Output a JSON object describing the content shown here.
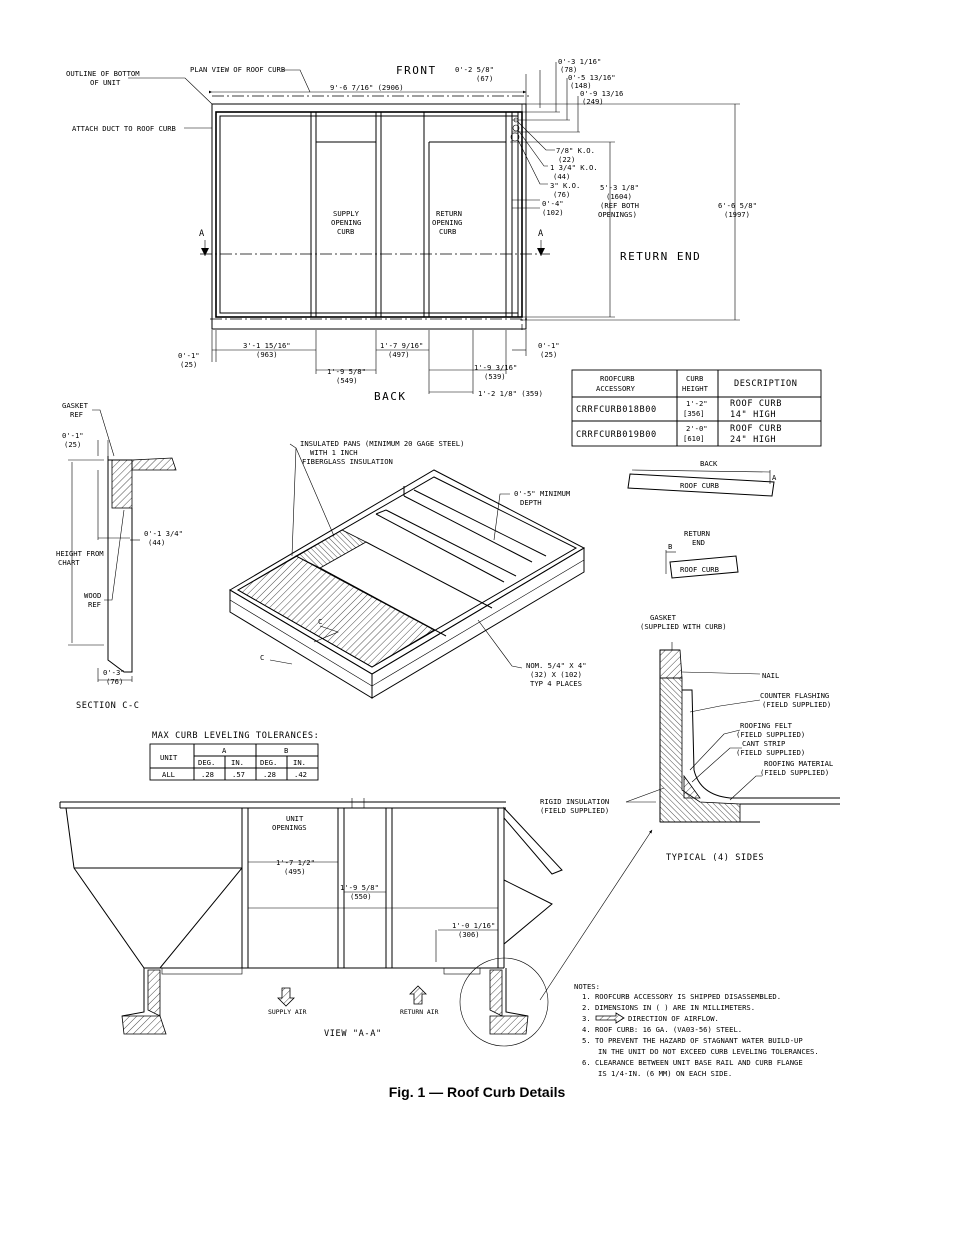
{
  "caption": "Fig. 1 — Roof Curb Details",
  "plan": {
    "outline_label": [
      "OUTLINE OF BOTTOM",
      "OF UNIT"
    ],
    "plan_view_label": "PLAN VIEW OF ROOF CURB",
    "attach_duct": "ATTACH DUCT TO ROOF CURB",
    "front": "FRONT",
    "back": "BACK",
    "return_end": "RETURN END",
    "overall_width": "9'-6 7/16\" (2906)",
    "supply_label": [
      "SUPPLY",
      "OPENING",
      "CURB"
    ],
    "return_label": [
      "RETURN",
      "OPENING",
      "CURB"
    ],
    "section_mark": "A",
    "ko_78": [
      "7/8\" K.O.",
      "(22)"
    ],
    "ko_134": [
      "1 3/4\" K.O.",
      "(44)"
    ],
    "ko_3": [
      "3\" K.O.",
      "(76)"
    ],
    "dim_0_2_58": [
      "0'-2 5/8\"",
      "(67)"
    ],
    "dim_0_3_116": [
      "0'-3 1/16\"",
      "(78)"
    ],
    "dim_0_5_1316": [
      "0'-5 13/16\"",
      "(148)"
    ],
    "dim_0_9_1316": [
      "0'-9 13/16",
      "(249)"
    ],
    "dim_0_4": [
      "0'-4\"",
      "(102)"
    ],
    "dim_5_3_18": [
      "5'-3 1/8\"",
      "(1604)",
      "(REF BOTH",
      "OPENINGS)"
    ],
    "dim_6_6_58": [
      "6'-6 5/8\"",
      "(1997)"
    ],
    "dim_0_1_left": [
      "0'-1\"",
      "(25)"
    ],
    "dim_3_1_1516": [
      "3'-1 15/16\"",
      "(963)"
    ],
    "dim_1_9_58": [
      "1'-9 5/8\"",
      "(549)"
    ],
    "dim_1_7_916": [
      "1'-7 9/16\"",
      "(497)"
    ],
    "dim_1_9_316": [
      "1'-9 3/16\"",
      "(539)"
    ],
    "dim_0_1_right": [
      "0'-1\"",
      "(25)"
    ],
    "dim_1_2_18": "1'-2 1/8\" (359)"
  },
  "accessory_table": {
    "headers": [
      [
        "ROOFCURB",
        "ACCESSORY"
      ],
      [
        "CURB",
        "HEIGHT"
      ],
      [
        "DESCRIPTION"
      ]
    ],
    "rows": [
      [
        [
          "CRRFCURB018B00"
        ],
        [
          "1'-2\"",
          "[356]"
        ],
        [
          "ROOF CURB",
          "14\" HIGH"
        ]
      ],
      [
        [
          "CRRFCURB019B00"
        ],
        [
          "2'-0\"",
          "[610]"
        ],
        [
          "ROOF CURB",
          "24\" HIGH"
        ]
      ]
    ]
  },
  "section_cc": {
    "title": "SECTION C-C",
    "gasket": [
      "GASKET",
      "REF"
    ],
    "dim_0_1": [
      "0'-1\"",
      "(25)"
    ],
    "height_from_chart": [
      "HEIGHT FROM",
      "CHART"
    ],
    "dim_0_1_34": [
      "0'-1 3/4\"",
      "(44)"
    ],
    "wood": [
      "WOOD",
      "REF"
    ],
    "dim_0_3": [
      "0'-3\"",
      "(76)"
    ]
  },
  "iso": {
    "insulated_pans": [
      "INSULATED PANS (MINIMUM 20 GAGE STEEL)",
      "WITH 1 INCH",
      "FIBERGLASS INSULATION"
    ],
    "min_depth": [
      "0'-5\" MINIMUM",
      "DEPTH"
    ],
    "nominal": [
      "NOM. 5/4\" X 4\"",
      "(32) X (102)",
      "TYP 4 PLACES"
    ],
    "section_mark": "C"
  },
  "tilt": {
    "back": "BACK",
    "roof_curb": "ROOF CURB",
    "mark_a": "A",
    "return_end": [
      "RETURN",
      "END"
    ],
    "mark_b": "B"
  },
  "tolerances": {
    "title": "MAX CURB LEVELING TOLERANCES:",
    "unit_header": "UNIT",
    "col_a": "A",
    "col_b": "B",
    "sub_headers": [
      "DEG.",
      "IN.",
      "DEG.",
      "IN."
    ],
    "row_label": "ALL",
    "values": [
      ".28",
      ".57",
      ".28",
      ".42"
    ]
  },
  "flashing": {
    "gasket": [
      "GASKET",
      "(SUPPLIED WITH CURB)"
    ],
    "nail": "NAIL",
    "counter_flashing": [
      "COUNTER FLASHING",
      "(FIELD SUPPLIED)"
    ],
    "roofing_felt": [
      "ROOFING FELT",
      "(FIELD SUPPLIED)"
    ],
    "cant_strip": [
      "CANT STRIP",
      "(FIELD SUPPLIED)"
    ],
    "roofing_material": [
      "ROOFING MATERIAL",
      "(FIELD SUPPLIED)"
    ],
    "rigid_insulation": [
      "RIGID INSULATION",
      "(FIELD SUPPLIED)"
    ],
    "typical": "TYPICAL (4) SIDES"
  },
  "view_aa": {
    "title": "VIEW \"A-A\"",
    "unit_openings": [
      "UNIT",
      "OPENINGS"
    ],
    "dim_1_7_12": [
      "1'-7 1/2\"",
      "(495)"
    ],
    "dim_1_9_58": [
      "1'-9 5/8\"",
      "(550)"
    ],
    "dim_1_0_116": [
      "1'-0 1/16\"",
      "(306)"
    ],
    "supply_air": "SUPPLY AIR",
    "return_air": "RETURN AIR"
  },
  "notes": {
    "title": "NOTES:",
    "items": [
      "1. ROOFCURB ACCESSORY IS SHIPPED DISASSEMBLED.",
      "2. DIMENSIONS IN ( ) ARE IN MILLIMETERS.",
      "3.",
      "DIRECTION OF AIRFLOW.",
      "4. ROOF CURB: 16 GA. (VA03-56) STEEL.",
      "5. TO PREVENT THE HAZARD OF STAGNANT WATER BUILD-UP",
      "IN THE UNIT DO NOT EXCEED CURB LEVELING TOLERANCES.",
      "6. CLEARANCE BETWEEN UNIT BASE RAIL AND CURB FLANGE",
      "IS 1/4-IN. (6 MM) ON EACH SIDE."
    ]
  }
}
